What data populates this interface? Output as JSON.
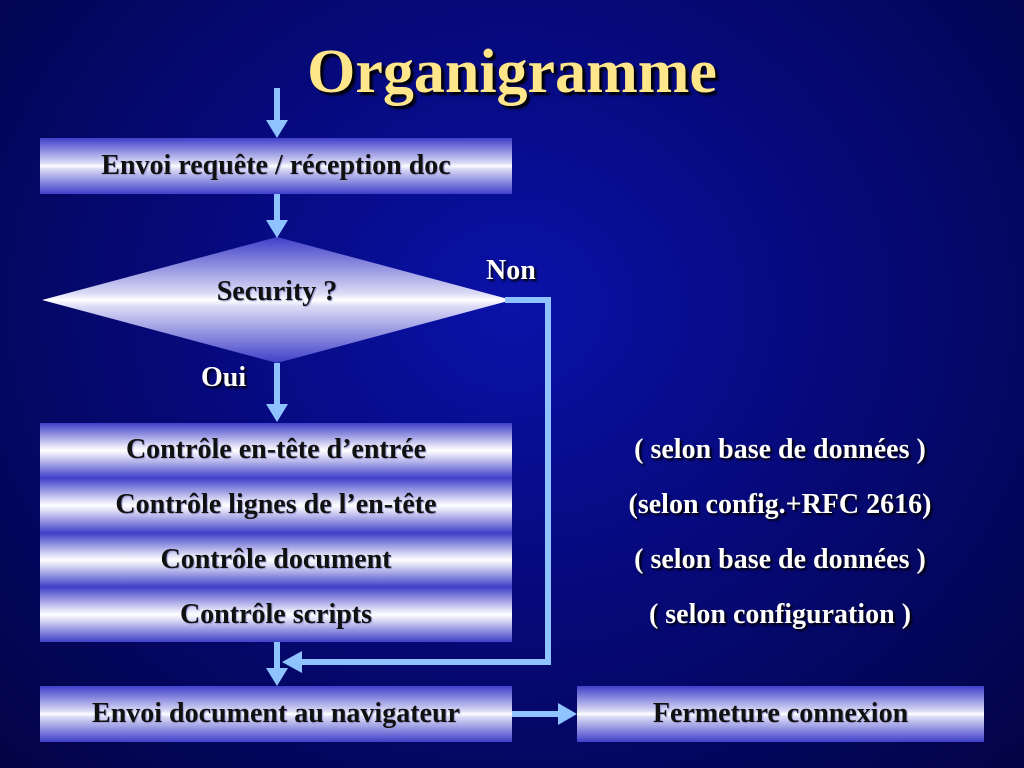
{
  "title": "Organigramme",
  "nodes": {
    "start": "Envoi requête / réception doc",
    "decision": "Security ?",
    "checks": [
      "Contrôle en-tête d’entrée",
      "Contrôle lignes de l’en-tête",
      "Contrôle document",
      "Contrôle scripts"
    ],
    "send": "Envoi document au navigateur",
    "end": "Fermeture connexion"
  },
  "branches": {
    "yes": "Oui",
    "no": "Non"
  },
  "notes": [
    "( selon base de données )",
    "(selon config.+RFC 2616)",
    "( selon base de données )",
    "( selon configuration )"
  ],
  "colors": {
    "background": "#06097a",
    "title": "#ffe68a",
    "connector": "#8fc3ff"
  }
}
